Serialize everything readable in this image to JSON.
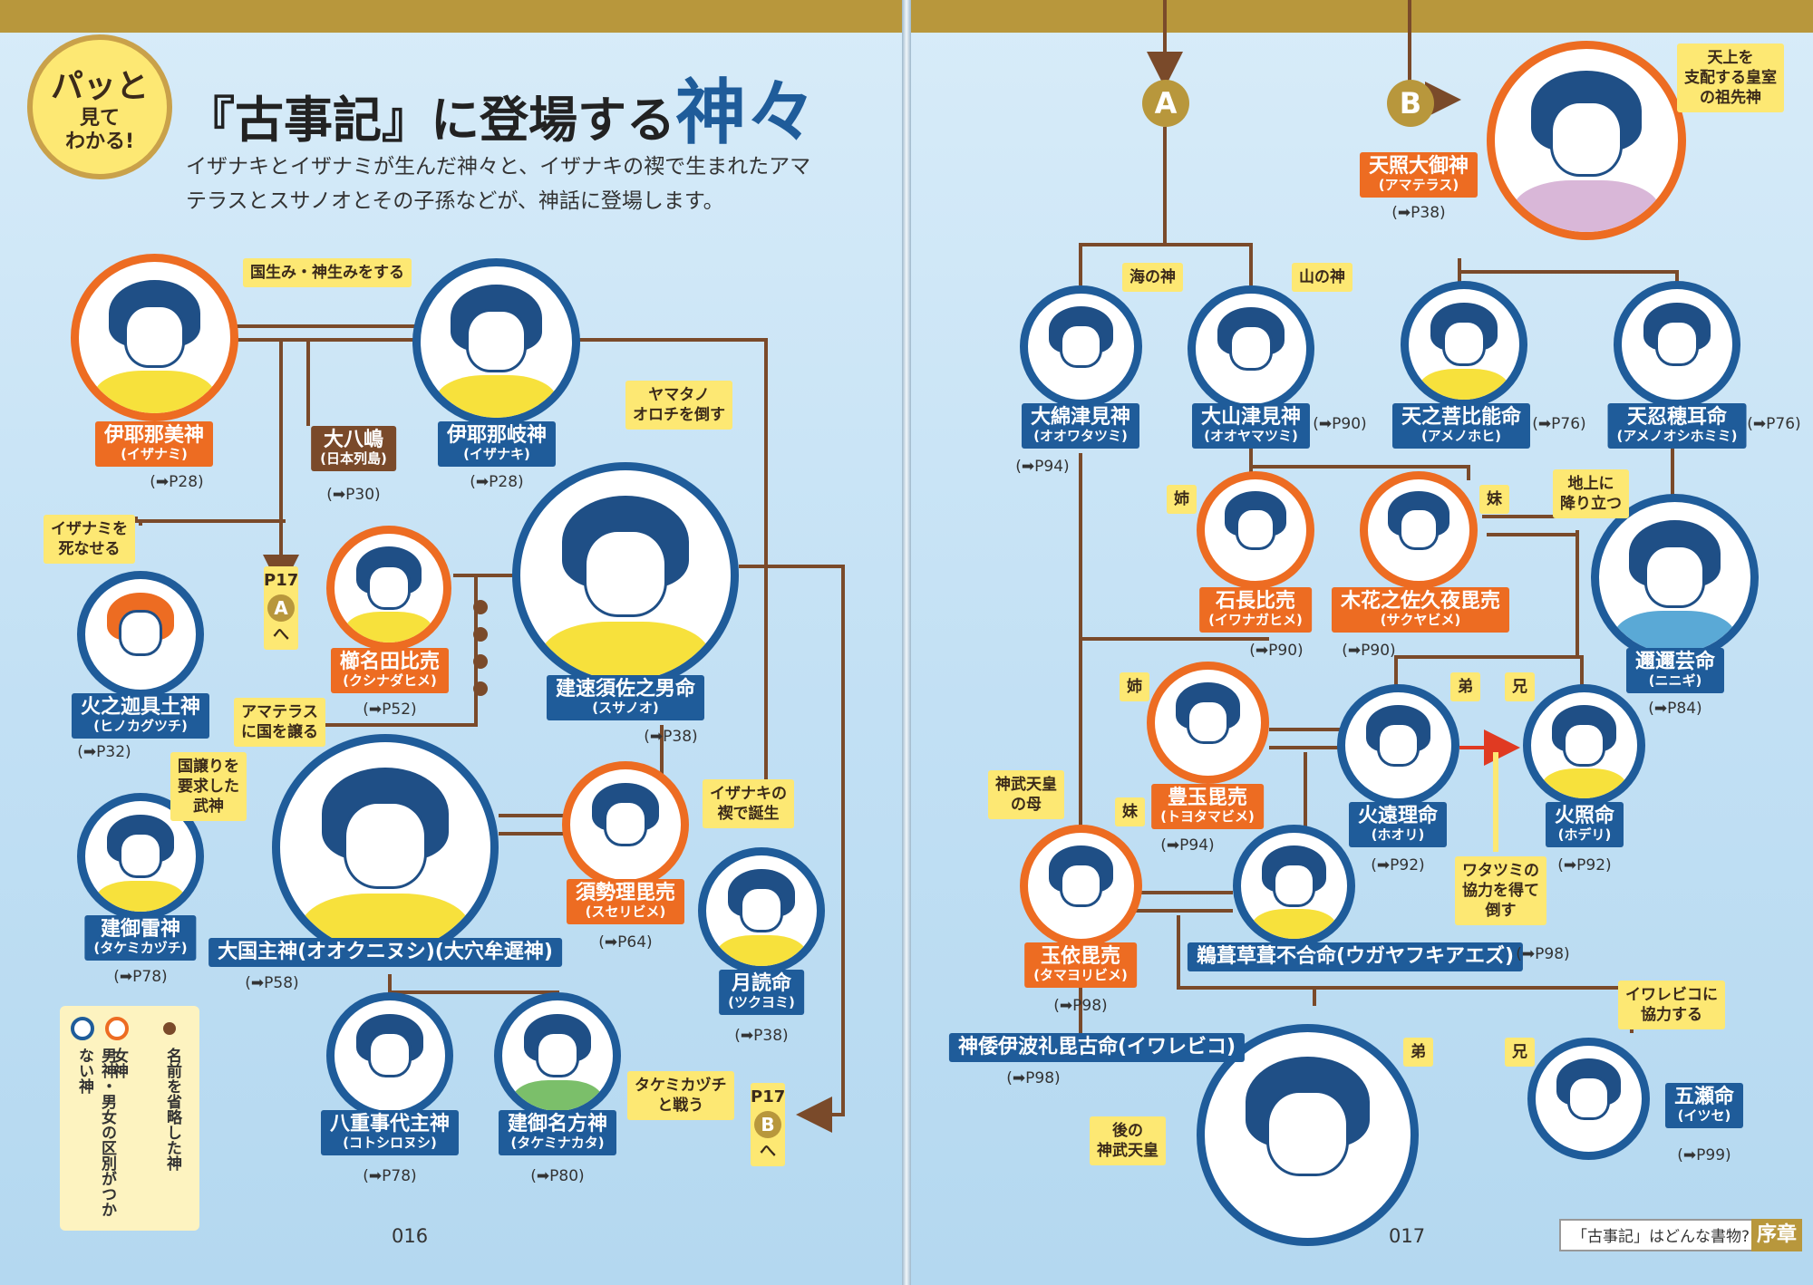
{
  "badge": {
    "line1": "パッと",
    "line2": "見て",
    "line3": "わかる!"
  },
  "title": {
    "prefix": "『古事記』に登場する",
    "main": "神々"
  },
  "intro": "イザナキとイザナミが生んだ神々と、イザナキの禊で生まれたアマテラスとスサノオとその子孫などが、神話に登場します。",
  "colors": {
    "male": "#1f5c9a",
    "female": "#ed6c22",
    "neutral": "#7a4a2a",
    "note": "#fde873",
    "marker": "#b8973c"
  },
  "gods": {
    "izanami": {
      "name": "伊耶那美神",
      "reading": "(イザナミ)",
      "ref": "(➡P28)"
    },
    "izanaki": {
      "name": "伊耶那岐神",
      "reading": "(イザナキ)",
      "ref": "(➡P28)"
    },
    "oyashima": {
      "name": "大八嶋",
      "reading": "(日本列島)",
      "ref": "(➡P30)"
    },
    "hinokagutsuchi": {
      "name": "火之迦具土神",
      "reading": "(ヒノカグツチ)",
      "ref": "(➡P32)"
    },
    "kushinadahime": {
      "name": "櫛名田比売",
      "reading": "(クシナダヒメ)",
      "ref": "(➡P52)"
    },
    "susanoo": {
      "name": "建速須佐之男命",
      "reading": "(スサノオ)",
      "ref": "(➡P38)"
    },
    "takemikazuchi": {
      "name": "建御雷神",
      "reading": "(タケミカヅチ)",
      "ref": "(➡P78)"
    },
    "okuninushi": {
      "name": "大国主神(オオクニヌシ)(大穴牟遅神)",
      "reading": "",
      "ref": "(➡P58)"
    },
    "suseribime": {
      "name": "須勢理毘売",
      "reading": "(スセリビメ)",
      "ref": "(➡P64)"
    },
    "tsukuyomi": {
      "name": "月読命",
      "reading": "(ツクヨミ)",
      "ref": "(➡P38)"
    },
    "kotoshironushi": {
      "name": "八重事代主神",
      "reading": "(コトシロヌシ)",
      "ref": "(➡P78)"
    },
    "takeminakata": {
      "name": "建御名方神",
      "reading": "(タケミナカタ)",
      "ref": "(➡P80)"
    },
    "amaterasu": {
      "name": "天照大御神",
      "reading": "(アマテラス)",
      "ref": "(➡P38)"
    },
    "owatatsumi": {
      "name": "大綿津見神",
      "reading": "(オオワタツミ)",
      "ref": "(➡P94)"
    },
    "oyamatsumi": {
      "name": "大山津見神",
      "reading": "(オオヤマツミ)",
      "ref": "(➡P90)"
    },
    "amenohohi": {
      "name": "天之菩比能命",
      "reading": "(アメノホヒ)",
      "ref": "(➡P76)"
    },
    "amenooshihomimi": {
      "name": "天忍穂耳命",
      "reading": "(アメノオシホミミ)",
      "ref": "(➡P76)"
    },
    "iwanagahime": {
      "name": "石長比売",
      "reading": "(イワナガヒメ)",
      "ref": "(➡P90)"
    },
    "sakuyabime": {
      "name": "木花之佐久夜毘売",
      "reading": "(サクヤビメ)",
      "ref": "(➡P90)"
    },
    "ninigi": {
      "name": "邇邇芸命",
      "reading": "(ニニギ)",
      "ref": "(➡P84)"
    },
    "toyotamabime": {
      "name": "豊玉毘売",
      "reading": "(トヨタマビメ)",
      "ref": "(➡P94)"
    },
    "hoori": {
      "name": "火遠理命",
      "reading": "(ホオリ)",
      "ref": "(➡P92)"
    },
    "hoderi": {
      "name": "火照命",
      "reading": "(ホデリ)",
      "ref": "(➡P92)"
    },
    "tamayoribime": {
      "name": "玉依毘売",
      "reading": "(タマヨリビメ)",
      "ref": "(➡P98)"
    },
    "ugayafukiaezu": {
      "name": "鵜葺草葺不合命(ウガヤフキアエズ)",
      "reading": "",
      "ref": "(➡P98)"
    },
    "iwarebiko": {
      "name": "神倭伊波礼毘古命(イワレビコ)",
      "reading": "",
      "ref": "(➡P98)"
    },
    "itsuse": {
      "name": "五瀬命",
      "reading": "(イツセ)",
      "ref": "(➡P99)"
    }
  },
  "notes": {
    "kuniumi": "国生み・神生みをする",
    "kill_izanami": "イザナミを\n死なせる",
    "orochi": "ヤマタノ\nオロチを倒す",
    "yuzuru": "アマテラス\nに国を譲る",
    "bushin": "国譲りを\n要求した\n武神",
    "misogi": "イザナキの\n禊で誕生",
    "tatakau": "タケミカヅチ\nと戦う",
    "amaterasu_note": "天上を\n支配する皇室\nの祖先神",
    "umi": "海の神",
    "yama": "山の神",
    "ane1": "姉",
    "imouto1": "妹",
    "oritatsu": "地上に\n降り立つ",
    "ane2": "姉",
    "otouto1": "弟",
    "ani1": "兄",
    "jimmu_haha": "神武天皇\nの母",
    "imouto2": "妹",
    "watatsumi": "ワタツミの\n協力を得て\n倒す",
    "iwarebiko_kyoryoku": "イワレビコに\n協力する",
    "otouto2": "弟",
    "ani2": "兄",
    "go_jimmu": "後の\n神武天皇"
  },
  "markers": {
    "A": "A",
    "B": "B",
    "tag_top": "P17",
    "tag_bottom": "へ"
  },
  "legend": {
    "male": "男神",
    "female": "女神",
    "neutral": "男神・男女の区別がつかない神",
    "omit": "名前を省略した神"
  },
  "pages": {
    "left": "016",
    "right": "017"
  },
  "footer": {
    "text": "「古事記」はどんな書物?",
    "chapter": "序章"
  }
}
